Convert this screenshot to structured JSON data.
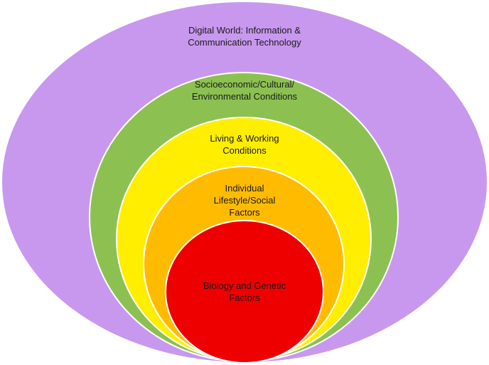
{
  "colors": {
    "outline": "#ffffff",
    "digital_world": "#c898ee",
    "socioeconomic": "#8cc152",
    "living_working": "#ffee00",
    "lifestyle": "#ffbb00",
    "biology": "#ee0000"
  },
  "layers": [
    {
      "id": "digital-world",
      "lines": [
        "Digital World: Information &",
        "Communication Technology"
      ]
    },
    {
      "id": "socioeconomic",
      "lines": [
        "Socioeconomic/Cultural/",
        "Environmental Conditions"
      ]
    },
    {
      "id": "living-working",
      "lines": [
        "Living & Working",
        "Conditions"
      ]
    },
    {
      "id": "lifestyle",
      "lines": [
        "Individual",
        "Lifestyle/Social",
        "Factors"
      ]
    },
    {
      "id": "biology",
      "lines": [
        "Biology and Genetic",
        "Factors"
      ]
    }
  ]
}
